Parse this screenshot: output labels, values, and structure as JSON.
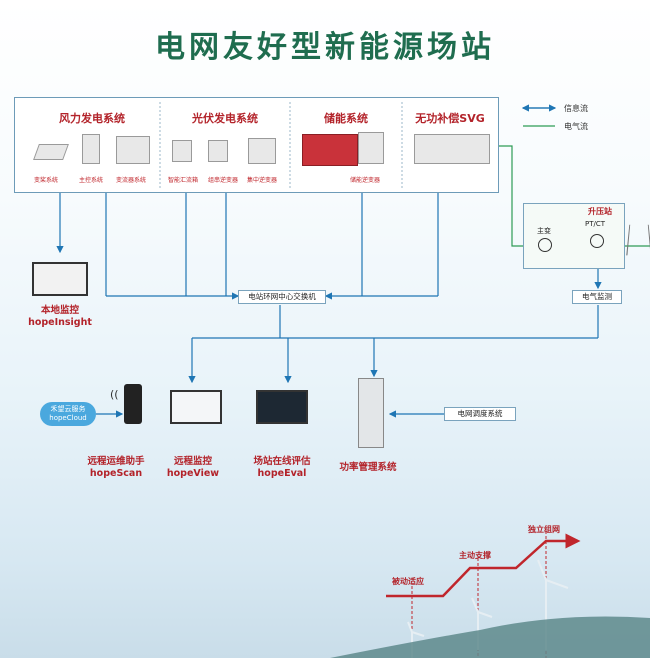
{
  "title": "电网友好型新能源场站",
  "legend": {
    "info_flow": "信息流",
    "power_flow": "电气流"
  },
  "systems": [
    {
      "title": "风力发电系统",
      "items": [
        "变桨系统",
        "主控系统",
        "变流器系统"
      ]
    },
    {
      "title": "光伏发电系统",
      "items": [
        "智能汇流箱",
        "组串逆变器",
        "集中逆变器"
      ]
    },
    {
      "title": "储能系统",
      "items": [
        "储能逆变器"
      ]
    },
    {
      "title": "无功补偿SVG",
      "items": []
    }
  ],
  "substation": {
    "title": "升压站",
    "main_transformer": "主变",
    "ptct": "PT/CT"
  },
  "switch": "电站环网中心交换机",
  "power_monitor": "电气监测",
  "grid_dispatch": "电网调度系统",
  "local_monitor": {
    "name": "本地监控",
    "product": "hopeInsight"
  },
  "cloud": {
    "line1": "禾望云服务",
    "line2": "hopeCloud"
  },
  "apps": [
    {
      "name": "远程运维助手",
      "product": "hopeScan"
    },
    {
      "name": "远程监控",
      "product": "hopeView"
    },
    {
      "name": "场站在线评估",
      "product": "hopeEval"
    },
    {
      "name": "功率管理系统",
      "product": ""
    }
  ],
  "stages": [
    "被动适应",
    "主动支撑",
    "独立组网"
  ],
  "colors": {
    "title": "#1f6d4f",
    "red": "#b3232a",
    "info": "#1f76b4",
    "power": "#2e9b56"
  }
}
